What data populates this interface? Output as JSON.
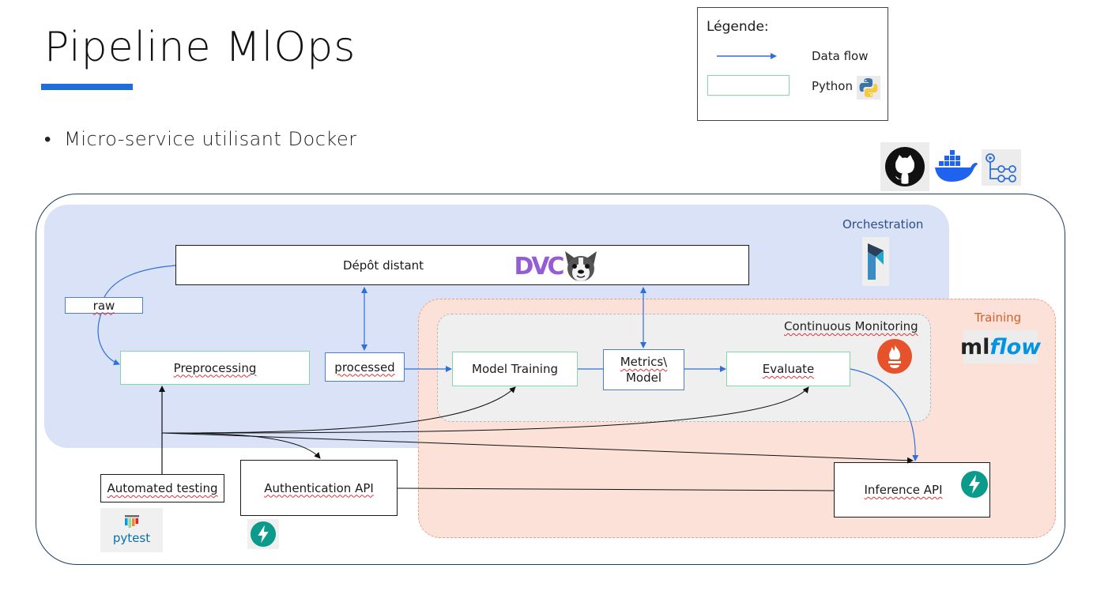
{
  "page": {
    "title": "Pipeline MlOps",
    "bullet": "Micro-service utilisant Docker"
  },
  "legend": {
    "title": "Légende:",
    "items": [
      {
        "label": "Data flow",
        "icon": "blue-arrow"
      },
      {
        "label": "Python",
        "icon": "python-logo"
      }
    ]
  },
  "zones": {
    "orchestration": "Orchestration",
    "training": "Training",
    "monitoring": "Continuous Monitoring"
  },
  "nodes": {
    "depot": "Dépôt distant",
    "raw": "raw",
    "preprocessing": "Preprocessing",
    "processed": "processed",
    "model_training": "Model Training",
    "metrics_line1": "Metrics\\",
    "metrics_line2": "Model",
    "evaluate": "Evaluate",
    "automated_testing": "Automated testing",
    "auth_api": "Authentication API",
    "inference_api": "Inference API"
  },
  "logos": {
    "pytest": "pytest",
    "mlflow_ml": "ml",
    "mlflow_flow": "flow",
    "dvc": "DVC",
    "tools": [
      "github-icon",
      "docker-icon",
      "github-actions-icon",
      "prefect-icon",
      "prometheus-icon",
      "fastapi-icon",
      "dvc-dog-icon"
    ]
  },
  "colors": {
    "accent": "#1f6fd6",
    "orchestration_bg": "#d9e2f6",
    "training_bg": "#fbe1d8",
    "monitoring_bg": "#efefef",
    "python_border": "#80d8ab",
    "flow_arrow": "#2f6fd8",
    "fastapi": "#0c9a8a",
    "prometheus": "#e6522c"
  }
}
